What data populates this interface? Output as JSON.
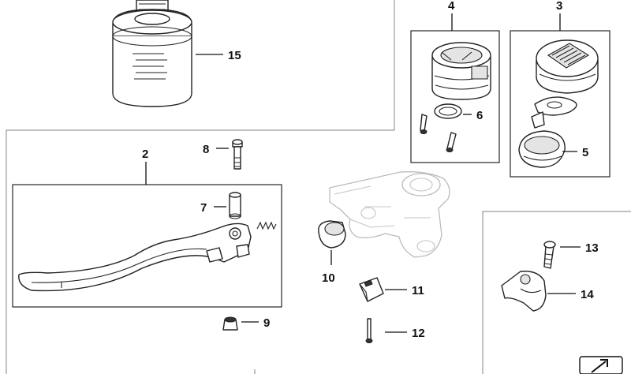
{
  "callouts": {
    "c1": "2",
    "c2": "3",
    "c3": "4",
    "c4": "5",
    "c5": "6",
    "c6": "7",
    "c7": "8",
    "c8": "9",
    "c9": "10",
    "c10": "11",
    "c11": "12",
    "c12": "13",
    "c13": "14",
    "c14": "15"
  },
  "corner_icon": "next-page-arrow-icon"
}
